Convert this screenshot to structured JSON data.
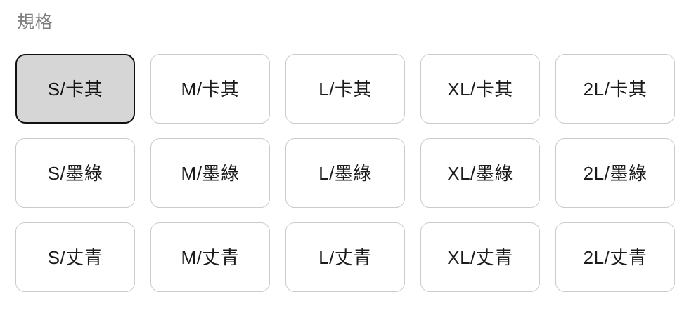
{
  "panel": {
    "label": "規格",
    "label_color": "#7d7d7d"
  },
  "theme": {
    "background": "#ffffff",
    "chip_border": "#cbcbcb",
    "chip_background": "#ffffff",
    "chip_text": "#1b1b1b",
    "selected_background": "#d6d6d6",
    "selected_border": "#111111"
  },
  "variants": {
    "columns": 5,
    "rows": 3,
    "selected_index": 0,
    "items": [
      {
        "label": "S/卡其",
        "size": "S",
        "color": "卡其",
        "selected": true
      },
      {
        "label": "M/卡其",
        "size": "M",
        "color": "卡其",
        "selected": false
      },
      {
        "label": "L/卡其",
        "size": "L",
        "color": "卡其",
        "selected": false
      },
      {
        "label": "XL/卡其",
        "size": "XL",
        "color": "卡其",
        "selected": false
      },
      {
        "label": "2L/卡其",
        "size": "2L",
        "color": "卡其",
        "selected": false
      },
      {
        "label": "S/墨綠",
        "size": "S",
        "color": "墨綠",
        "selected": false
      },
      {
        "label": "M/墨綠",
        "size": "M",
        "color": "墨綠",
        "selected": false
      },
      {
        "label": "L/墨綠",
        "size": "L",
        "color": "墨綠",
        "selected": false
      },
      {
        "label": "XL/墨綠",
        "size": "XL",
        "color": "墨綠",
        "selected": false
      },
      {
        "label": "2L/墨綠",
        "size": "2L",
        "color": "墨綠",
        "selected": false
      },
      {
        "label": "S/丈青",
        "size": "S",
        "color": "丈青",
        "selected": false
      },
      {
        "label": "M/丈青",
        "size": "M",
        "color": "丈青",
        "selected": false
      },
      {
        "label": "L/丈青",
        "size": "L",
        "color": "丈青",
        "selected": false
      },
      {
        "label": "XL/丈青",
        "size": "XL",
        "color": "丈青",
        "selected": false
      },
      {
        "label": "2L/丈青",
        "size": "2L",
        "color": "丈青",
        "selected": false
      }
    ]
  }
}
